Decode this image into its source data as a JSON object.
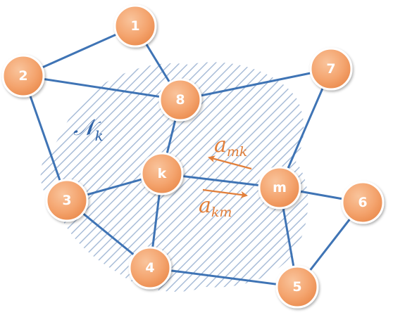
{
  "colors": {
    "edge": "#3f74b5",
    "node_fill": "#f4a46e",
    "node_gradient_light": "#f9c49c",
    "node_gradient_dark": "#ea8a4c",
    "neighborhood_hatch": "#a9bdd8",
    "neighborhood_label": "#2f63a8",
    "weight_arrow": "#e27f3a"
  },
  "neighborhood": {
    "symbol": "𝒩",
    "subscript": "k"
  },
  "weights": {
    "a_mk": {
      "base": "a",
      "subscript": "mk"
    },
    "a_km": {
      "base": "a",
      "subscript": "km"
    }
  },
  "nodes": [
    {
      "id": "1",
      "label": "1"
    },
    {
      "id": "2",
      "label": "2"
    },
    {
      "id": "3",
      "label": "3"
    },
    {
      "id": "4",
      "label": "4"
    },
    {
      "id": "5",
      "label": "5"
    },
    {
      "id": "6",
      "label": "6"
    },
    {
      "id": "7",
      "label": "7"
    },
    {
      "id": "8",
      "label": "8"
    },
    {
      "id": "k",
      "label": "k"
    },
    {
      "id": "m",
      "label": "m"
    }
  ],
  "edges": [
    [
      "1",
      "2"
    ],
    [
      "1",
      "8"
    ],
    [
      "2",
      "8"
    ],
    [
      "2",
      "3"
    ],
    [
      "8",
      "7"
    ],
    [
      "8",
      "k"
    ],
    [
      "7",
      "m"
    ],
    [
      "k",
      "3"
    ],
    [
      "k",
      "4"
    ],
    [
      "k",
      "m"
    ],
    [
      "3",
      "4"
    ],
    [
      "4",
      "5"
    ],
    [
      "m",
      "5"
    ],
    [
      "m",
      "6"
    ],
    [
      "6",
      "5"
    ]
  ]
}
